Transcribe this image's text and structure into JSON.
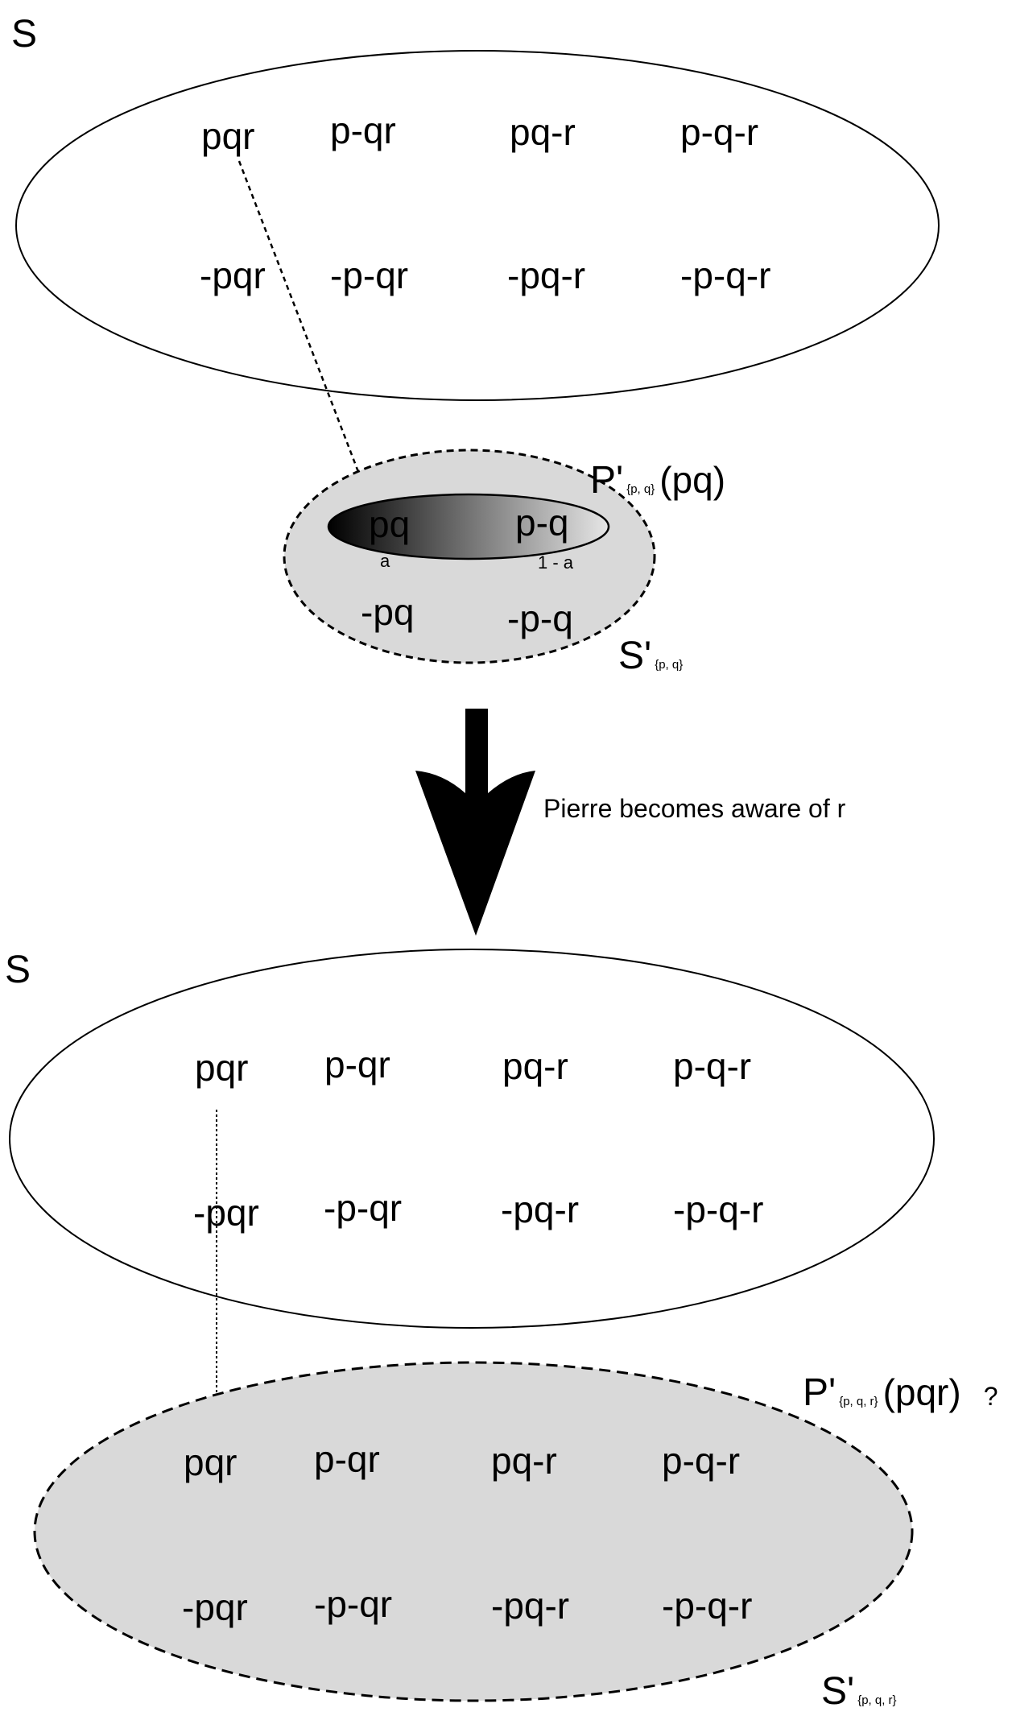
{
  "top": {
    "set_label": "S",
    "row1": [
      "pqr",
      "p-qr",
      "pq-r",
      "p-q-r"
    ],
    "row2": [
      "-pqr",
      "-p-qr",
      "-pq-r",
      "-p-q-r"
    ]
  },
  "subspace": {
    "row1": [
      "pq",
      "p-q"
    ],
    "weights": [
      "a",
      "1 - a"
    ],
    "row2": [
      "-pq",
      "-p-q"
    ],
    "p_label": {
      "main": "P'",
      "sub": "{p, q}",
      "arg": "(pq)"
    },
    "s_label": {
      "main": "S'",
      "sub": "{p, q}"
    }
  },
  "transition": {
    "caption": "Pierre becomes aware of r"
  },
  "bottom": {
    "set_label": "S",
    "row1": [
      "pqr",
      "p-qr",
      "pq-r",
      "p-q-r"
    ],
    "row2": [
      "-pqr",
      "-p-qr",
      "-pq-r",
      "-p-q-r"
    ]
  },
  "expanded": {
    "row1": [
      "pqr",
      "p-qr",
      "pq-r",
      "p-q-r"
    ],
    "row2": [
      "-pqr",
      "-p-qr",
      "-pq-r",
      "-p-q-r"
    ],
    "p_label": {
      "main": "P'",
      "sub": "{p, q, r}",
      "arg": "(pqr)",
      "question": "?"
    },
    "s_label": {
      "main": "S'",
      "sub": "{p, q, r}"
    }
  },
  "colors": {
    "shade": "#d9d9d9",
    "stroke": "#000000",
    "gradient_dark": "#000000",
    "gradient_light": "#e6e6e6"
  }
}
